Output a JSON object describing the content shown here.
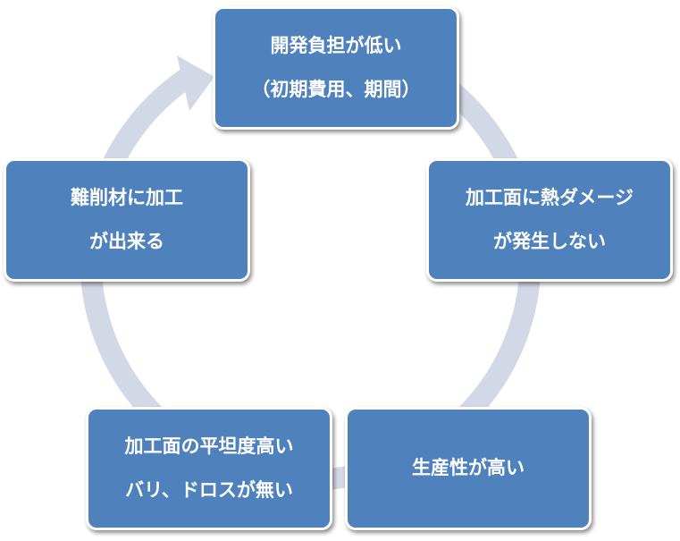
{
  "diagram": {
    "colors": {
      "box_fill": "#4f81bd",
      "box_border": "#ffffff",
      "text": "#ffffff",
      "ring": "#d2d8e6"
    },
    "nodes": [
      {
        "lines": [
          "開発負担が低い",
          "（初期費用、期間）"
        ]
      },
      {
        "lines": [
          "加工面に熱ダメージ",
          "が発生しない"
        ]
      },
      {
        "lines": [
          "生産性が高い"
        ]
      },
      {
        "lines": [
          "加工面の平坦度高い",
          "バリ、ドロスが無い"
        ]
      },
      {
        "lines": [
          "難削材に加工",
          "が出来る"
        ]
      }
    ]
  }
}
